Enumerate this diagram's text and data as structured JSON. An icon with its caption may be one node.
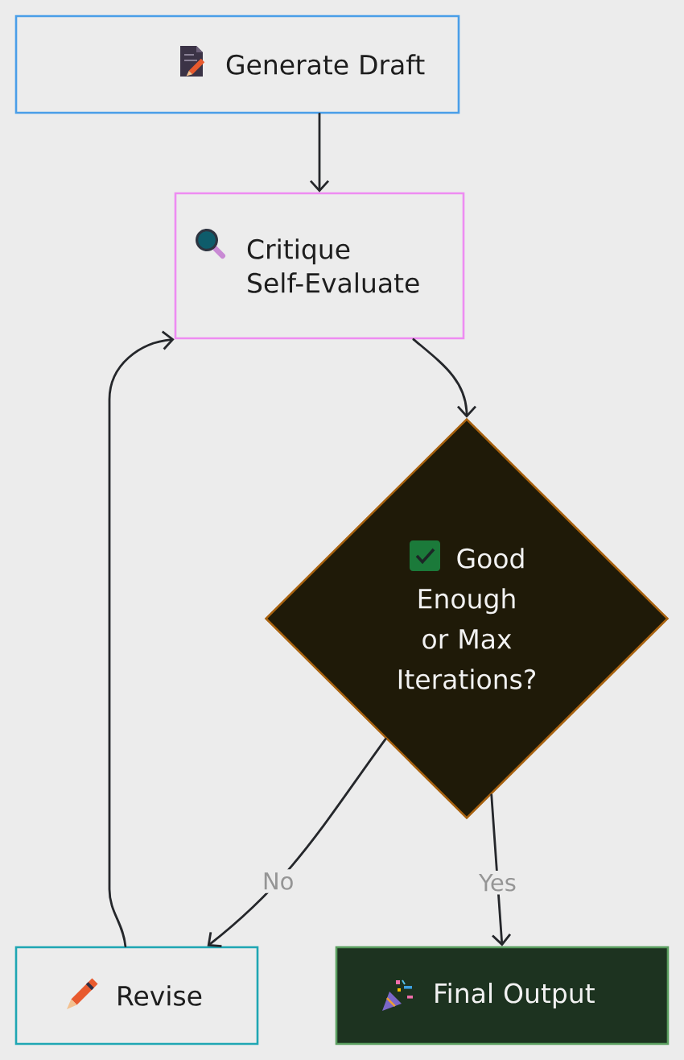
{
  "diagram": {
    "nodes": [
      {
        "text": [
          "Generate Draft"
        ]
      },
      {
        "text": [
          "Critique Self-Evaluate"
        ]
      },
      {
        "text": [
          "Good Enough or Max Iterations?"
        ]
      },
      {
        "text": [
          "Revise"
        ]
      },
      {
        "text": [
          "Final Output"
        ]
      }
    ],
    "edges": [
      {
        "from": 0,
        "to": 1,
        "arrow": "to"
      },
      {
        "from": 1,
        "to": 2,
        "arrow": "to"
      },
      {
        "from": 2,
        "to": 3,
        "arrow": "to",
        "label": "No"
      },
      {
        "from": 2,
        "to": 4,
        "arrow": "to",
        "label": "Yes"
      },
      {
        "from": 3,
        "to": 1,
        "arrow": "to"
      }
    ]
  }
}
